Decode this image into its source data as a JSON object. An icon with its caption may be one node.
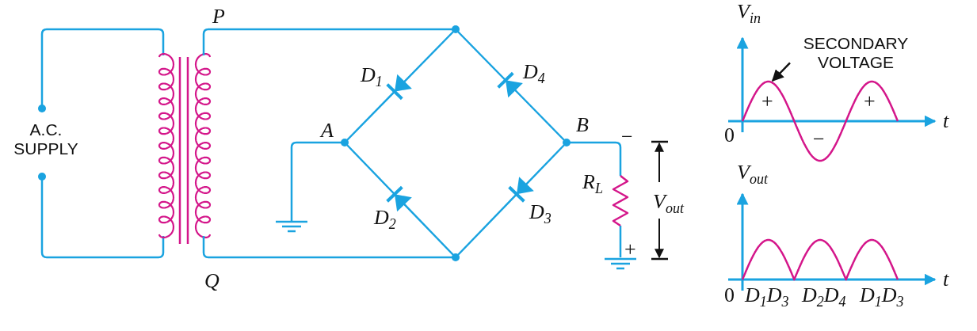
{
  "diagram": {
    "nodes": [
      {
        "text": [
          "SECONDARY VOLTAGE"
        ]
      },
      {
        "text": [],
        "shape": "curve"
      }
    ],
    "edges": [
      {
        "from": 0,
        "to": 1,
        "arrow": "to"
      }
    ],
    "labels": [
      "P",
      "D$_{1}$",
      "D$_{4}$",
      "A",
      "B",
      "−",
      "A.C. SUPPLY",
      "R$_{L}$",
      "V$_{out}$",
      "D$_{2}$",
      "D$_{3}$",
      "+",
      "Q",
      "V$_{in}$",
      "+",
      "+",
      "0",
      "t",
      "−",
      "V$_{out}$",
      "0",
      "t",
      "D$_{1}$D$_{3}$",
      "D$_{2}$D$_{4}$",
      "D$_{1}$D$_{3}$"
    ]
  }
}
